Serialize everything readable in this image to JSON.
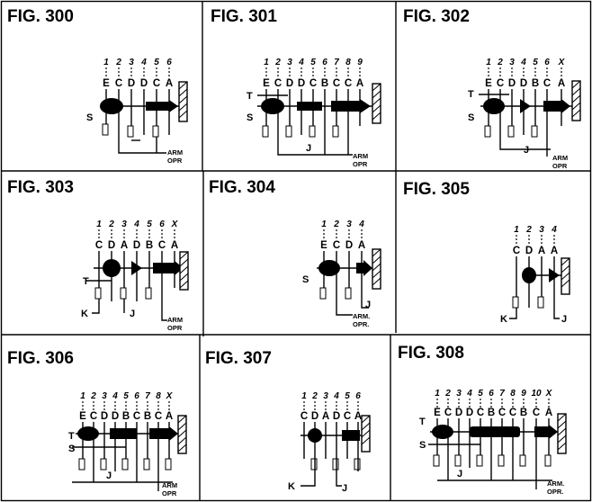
{
  "panels": [
    {
      "title": "FIG. 300",
      "numbers": [
        "1",
        "2",
        "3",
        "4",
        "5",
        "6"
      ],
      "letters": [
        "E",
        "C",
        "D",
        "D",
        "C",
        "A"
      ],
      "labels": [
        "S"
      ],
      "arm": [
        "ARM",
        "OPR"
      ]
    },
    {
      "title": "FIG. 301",
      "numbers": [
        "1",
        "2",
        "3",
        "4",
        "5",
        "6",
        "7",
        "8",
        "9"
      ],
      "letters": [
        "E",
        "C",
        "D",
        "D",
        "C",
        "B",
        "C",
        "C",
        "A"
      ],
      "labels": [
        "T",
        "S",
        "J"
      ],
      "arm": [
        "ARM",
        "OPR"
      ]
    },
    {
      "title": "FIG. 302",
      "numbers": [
        "1",
        "2",
        "3",
        "4",
        "5",
        "6",
        "X"
      ],
      "letters": [
        "E",
        "C",
        "D",
        "D",
        "B",
        "C",
        "A"
      ],
      "labels": [
        "T",
        "S",
        "J"
      ],
      "arm": [
        "ARM",
        "OPR"
      ]
    },
    {
      "title": "FIG. 303",
      "numbers": [
        "1",
        "2",
        "3",
        "4",
        "5",
        "6",
        "X"
      ],
      "letters": [
        "C",
        "D",
        "A",
        "D",
        "B",
        "C",
        "A"
      ],
      "labels": [
        "T",
        "K",
        "J"
      ],
      "arm": [
        "ARM",
        "OPR"
      ]
    },
    {
      "title": "FIG. 304",
      "numbers": [
        "1",
        "2",
        "3",
        "4"
      ],
      "letters": [
        "E",
        "C",
        "D",
        "A"
      ],
      "labels": [
        "S",
        "J"
      ],
      "arm": [
        "ARM.",
        "OPR."
      ]
    },
    {
      "title": "FIG. 305",
      "numbers": [
        "1",
        "2",
        "3",
        "4"
      ],
      "letters": [
        "C",
        "D",
        "A",
        "A"
      ],
      "labels": [
        "K",
        "J"
      ],
      "arm": []
    },
    {
      "title": "FIG. 306",
      "numbers": [
        "1",
        "2",
        "3",
        "4",
        "5",
        "6",
        "7",
        "8",
        "X"
      ],
      "letters": [
        "E",
        "C",
        "D",
        "D",
        "B",
        "C",
        "B",
        "C",
        "A"
      ],
      "labels": [
        "T",
        "S",
        "J"
      ],
      "arm": [
        "ARM",
        "OPR"
      ]
    },
    {
      "title": "FIG. 307",
      "numbers": [
        "1",
        "2",
        "3",
        "4",
        "5",
        "6"
      ],
      "letters": [
        "C",
        "D",
        "A",
        "D",
        "C",
        "A"
      ],
      "labels": [
        "K",
        "J"
      ],
      "arm": []
    },
    {
      "title": "FIG. 308",
      "numbers": [
        "1",
        "2",
        "3",
        "4",
        "5",
        "6",
        "7",
        "8",
        "9",
        "10",
        "X"
      ],
      "letters": [
        "E",
        "C",
        "D",
        "D",
        "C",
        "B",
        "C",
        "C",
        "B",
        "C",
        "A"
      ],
      "labels": [
        "T",
        "S",
        "J"
      ],
      "arm": [
        "ARM.",
        "OPR."
      ]
    }
  ]
}
